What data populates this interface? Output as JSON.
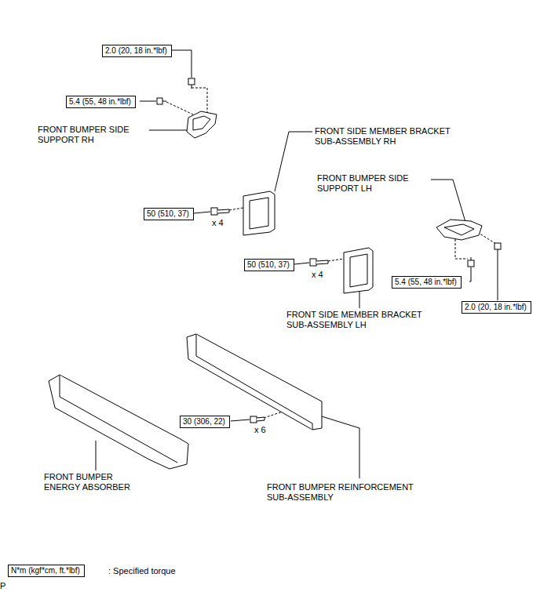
{
  "diagram": {
    "nodes": [
      {
        "text": [
          "2.0 (20, 18 in.*lbf)"
        ]
      },
      {
        "text": [
          "5.4 (55, 48 in.*lbf)"
        ]
      },
      {
        "text": [
          "50 (510, 37)"
        ]
      },
      {
        "text": [
          "50 (510, 37)"
        ]
      },
      {
        "text": [
          "5.4 (55, 48 in.*lbf)"
        ]
      },
      {
        "text": [
          "2.0 (20, 18 in.*lbf)"
        ]
      },
      {
        "text": [
          "30 (306, 22)"
        ]
      },
      {
        "text": [
          "N*m (kgf*cm, ft.*lbf)"
        ]
      }
    ],
    "labels": [
      "FRONT BUMPER SIDE SUPPORT RH",
      "FRONT SIDE MEMBER BRACKET SUB-ASSEMBLY RH",
      "FRONT BUMPER SIDE SUPPORT LH",
      "x 4",
      "x 4",
      "FRONT SIDE MEMBER BRACKET SUB-ASSEMBLY LH",
      "x 6",
      "FRONT BUMPER ENERGY ABSORBER",
      "FRONT BUMPER REINFORCEMENT SUB-ASSEMBLY",
      ": Specified torque",
      "P"
    ]
  }
}
